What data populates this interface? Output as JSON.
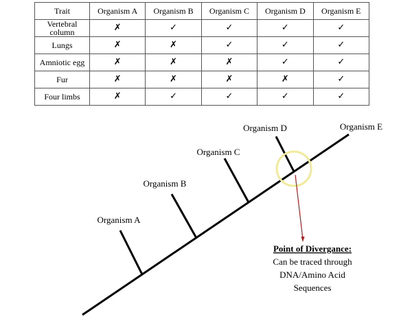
{
  "table": {
    "header": [
      "Trait",
      "Organism A",
      "Organism B",
      "Organism C",
      "Organism D",
      "Organism E"
    ],
    "rows": [
      {
        "trait": [
          "Vertebral",
          "column"
        ],
        "marks": [
          "✗",
          "✓",
          "✓",
          "✓",
          "✓"
        ]
      },
      {
        "trait": [
          "Lungs"
        ],
        "marks": [
          "✗",
          "✗",
          "✓",
          "✓",
          "✓"
        ]
      },
      {
        "trait": [
          "Amniotic egg"
        ],
        "marks": [
          "✗",
          "✗",
          "✗",
          "✓",
          "✓"
        ]
      },
      {
        "trait": [
          "Fur"
        ],
        "marks": [
          "✗",
          "✗",
          "✗",
          "✗",
          "✓"
        ]
      },
      {
        "trait": [
          "Four limbs"
        ],
        "marks": [
          "✗",
          "✓",
          "✓",
          "✓",
          "✓"
        ]
      }
    ]
  },
  "cladogram": {
    "organisms": [
      "Organism A",
      "Organism B",
      "Organism C",
      "Organism D",
      "Organism E"
    ],
    "highlight_color": "#f0ea9a",
    "arrow_color": "#b02020",
    "annotation": {
      "title": "Point of Divergance:",
      "lines": [
        "Can be traced through",
        "DNA/Amino Acid",
        "Sequences"
      ]
    }
  }
}
